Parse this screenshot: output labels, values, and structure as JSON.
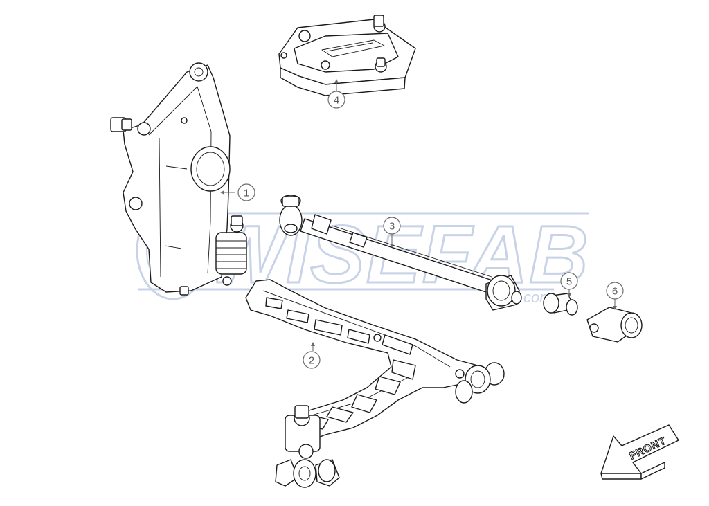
{
  "watermark": {
    "brand": "WISEFAB",
    "suffix": "com"
  },
  "callouts": [
    {
      "id": "1",
      "label": "1",
      "part": "upright-knuckle"
    },
    {
      "id": "2",
      "label": "2",
      "part": "lower-control-arm"
    },
    {
      "id": "3",
      "label": "3",
      "part": "tie-rod"
    },
    {
      "id": "4",
      "label": "4",
      "part": "top-mount-plate"
    },
    {
      "id": "5",
      "label": "5",
      "part": "bushing-sleeve"
    },
    {
      "id": "6",
      "label": "6",
      "part": "bushing-housing"
    }
  ],
  "direction_arrow": {
    "label": "FRONT"
  },
  "colors": {
    "ink": "#1a1a1a",
    "callout": "#6b6b6b",
    "watermark": "#c9d3e8"
  }
}
